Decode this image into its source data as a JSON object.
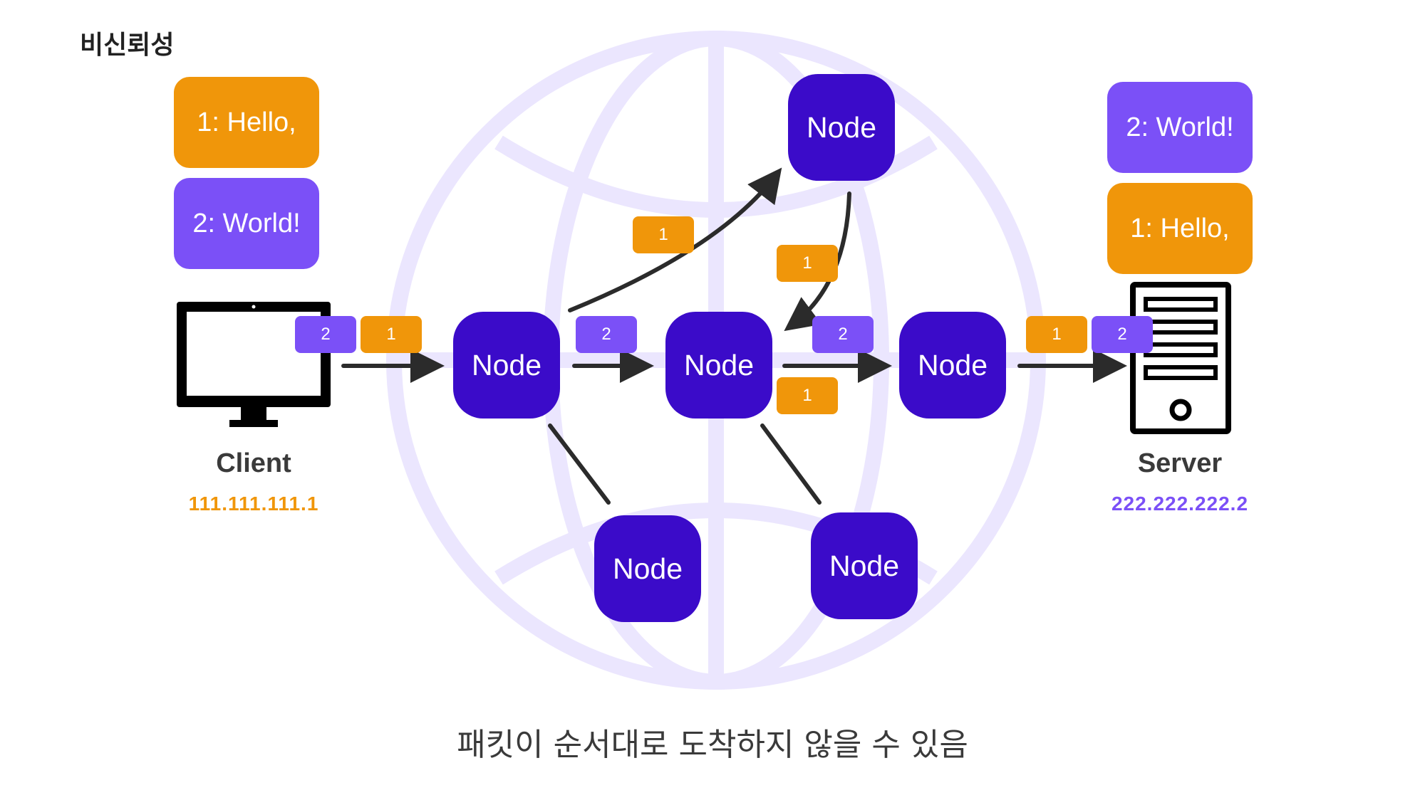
{
  "title": "비신뢰성",
  "caption": "패킷이 순서대로 도착하지 않을 수 있음",
  "colors": {
    "node": "#3b0bc9",
    "packet_1": "#f0960a",
    "packet_2": "#7b50f7",
    "globe": "#ebe6fe",
    "arrow": "#2b2b2b"
  },
  "client": {
    "icon": "monitor-icon",
    "name": "Client",
    "ip": "111.111.111.1",
    "messages": [
      "1: Hello,",
      "2: World!"
    ],
    "outgoing_packets": [
      "2",
      "1"
    ]
  },
  "server": {
    "icon": "server-tower-icon",
    "name": "Server",
    "ip": "222.222.222.2",
    "messages": [
      "2: World!",
      "1: Hello,"
    ],
    "incoming_packets": [
      "1",
      "2"
    ]
  },
  "nodes": {
    "label": "Node"
  },
  "packets": {
    "one": "1",
    "two": "2"
  },
  "background_icon": "globe-icon"
}
